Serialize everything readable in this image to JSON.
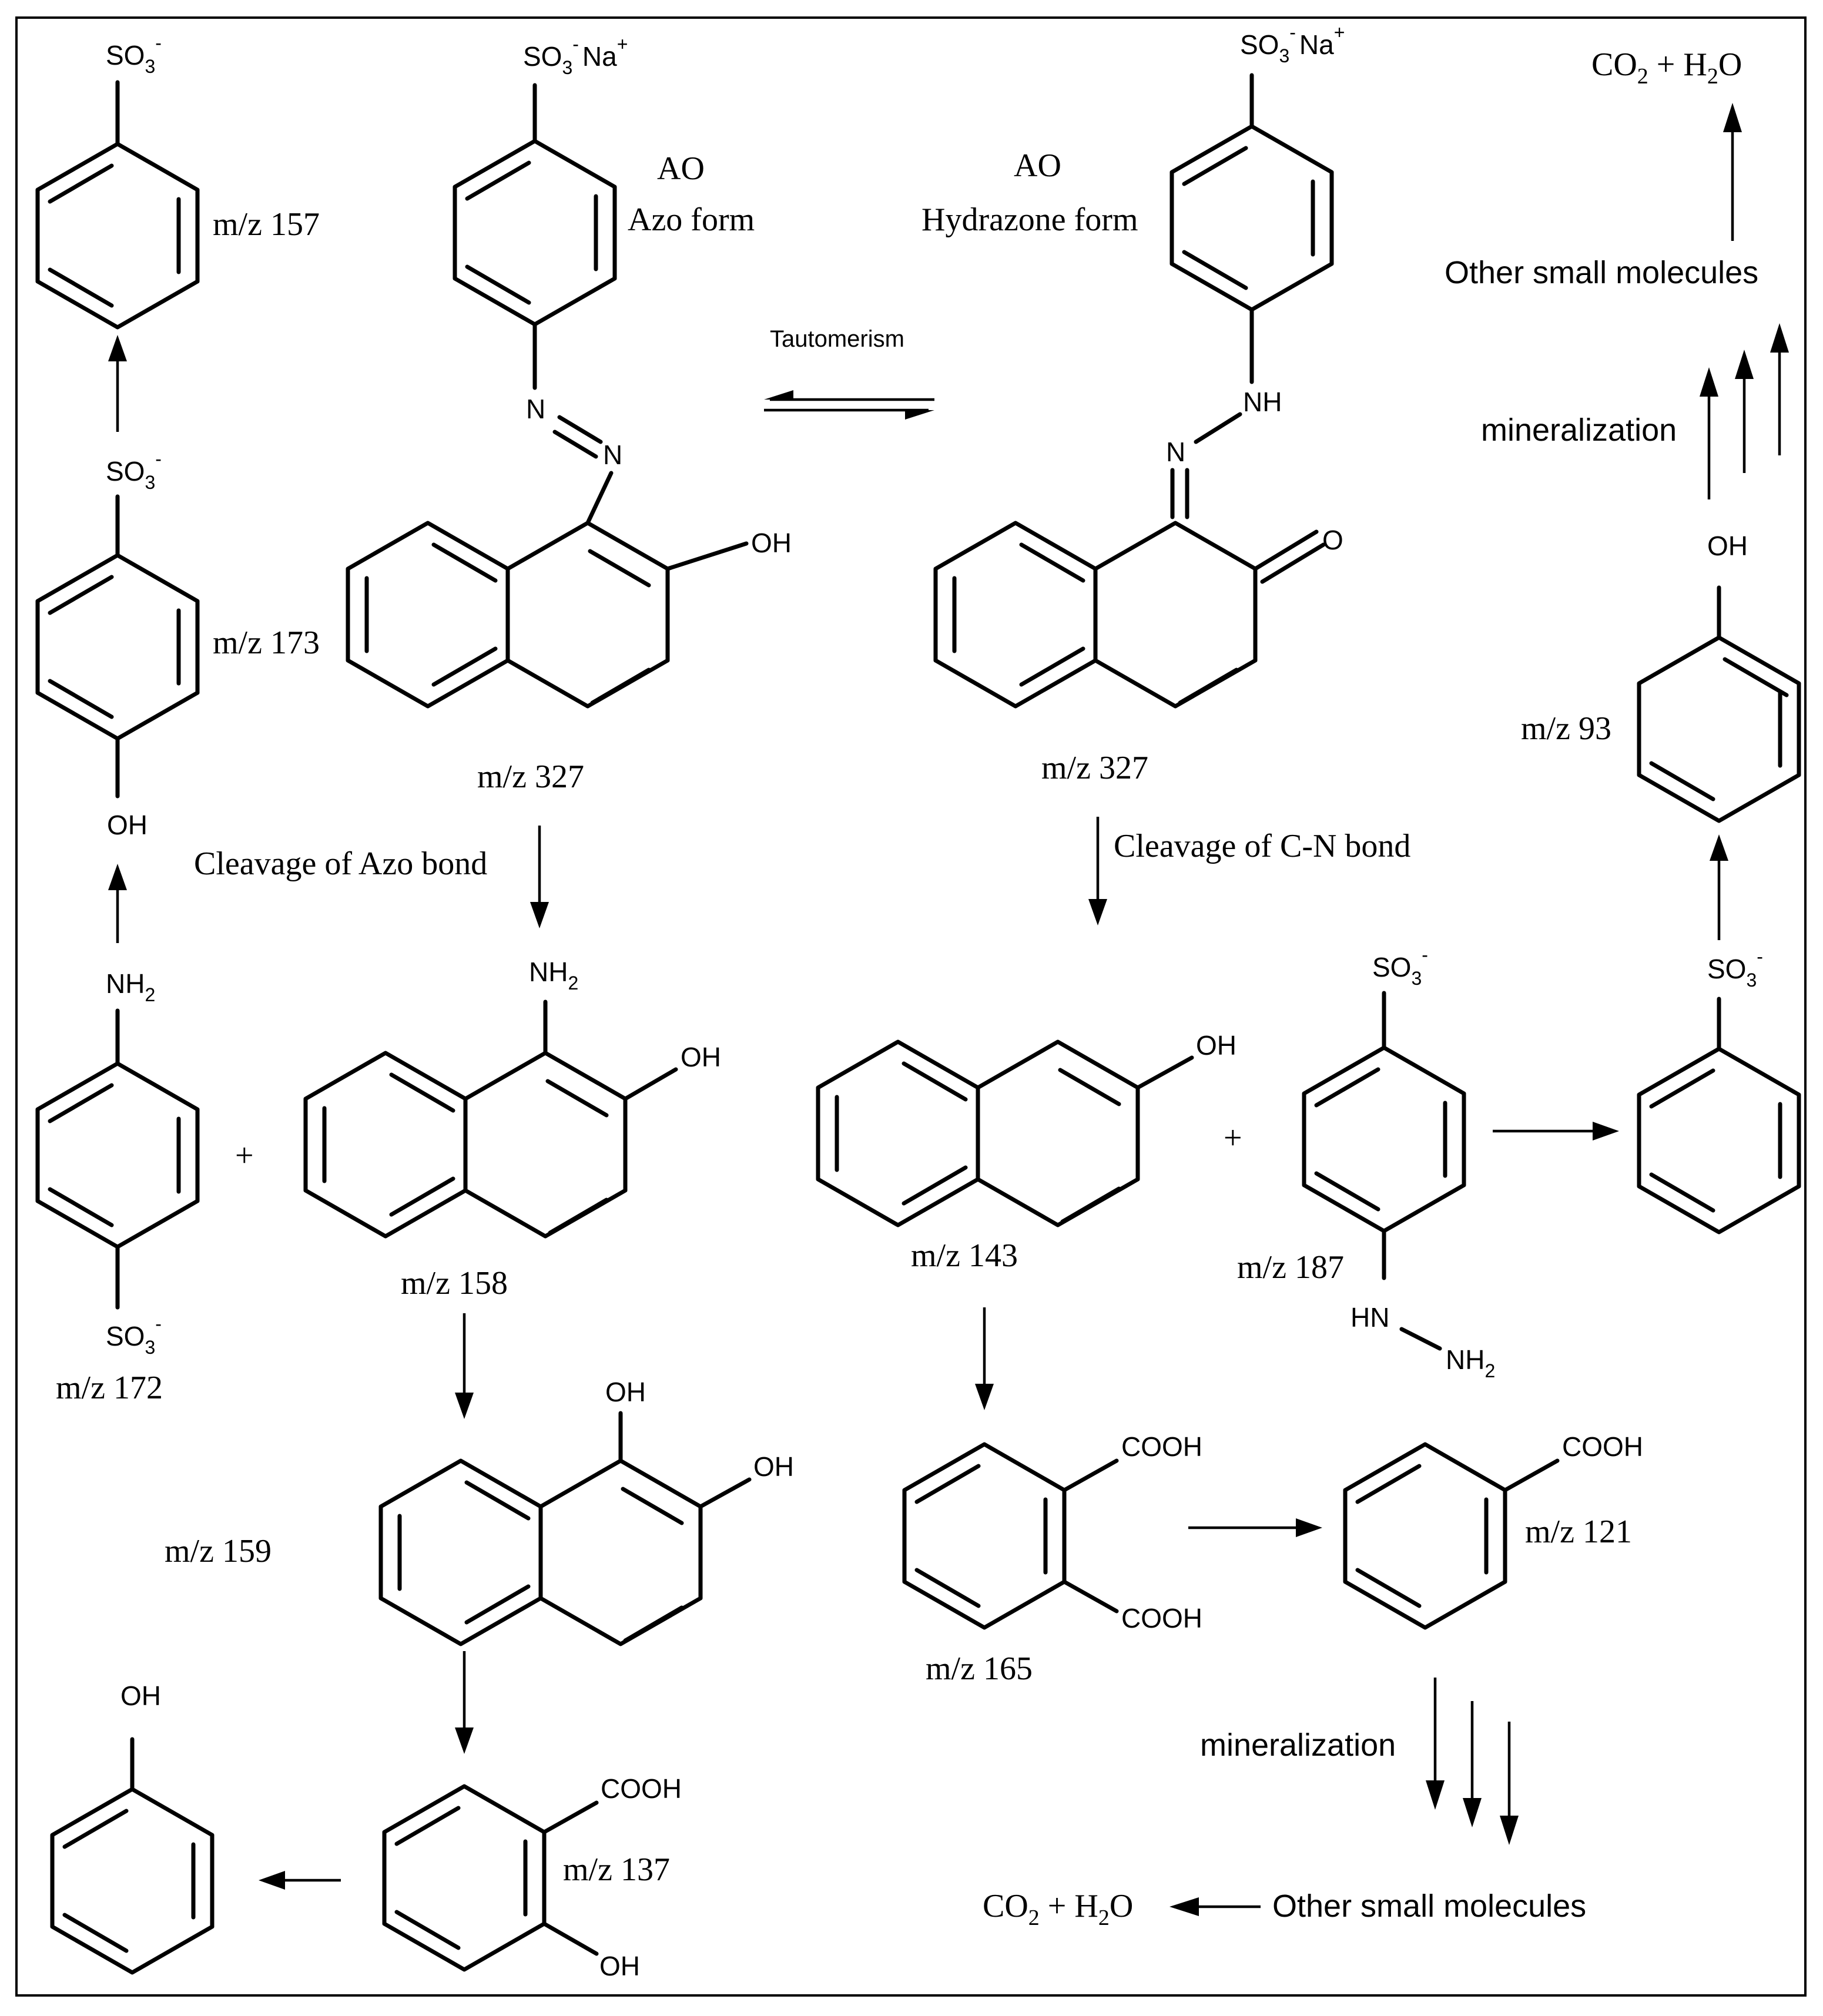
{
  "labels": {
    "ao1": "AO",
    "azo_form": "Azo form",
    "ao2": "AO",
    "hydrazone_form": "Hydrazone form",
    "tautomerism": "Tautomerism",
    "cleavage_azo": "Cleavage of Azo bond",
    "cleavage_cn": "Cleavage of C-N bond",
    "mineralization_top": "mineralization",
    "mineralization_bottom": "mineralization",
    "other_small_top": "Other small molecules",
    "other_small_bottom": "Other small molecules",
    "plus_left": "+",
    "plus_right": "+"
  },
  "products": {
    "co2": "CO",
    "sub2": "2",
    "plus_water": " + H",
    "o": "O"
  },
  "groups": {
    "so3": "SO",
    "sub3": "3",
    "minus": "-",
    "na": "Na",
    "plus": "+",
    "oh": "OH",
    "o": "O",
    "n": "N",
    "nh": "NH",
    "hn": "HN",
    "cooh": "COOH",
    "nh2_nh": "NH",
    "sub2": "2"
  },
  "mz": {
    "m157": "m/z  157",
    "m173": "m/z 173",
    "m172": "m/z  172",
    "m327a": "m/z 327",
    "m327b": "m/z 327",
    "m158": "m/z 158",
    "m159": "m/z 159",
    "m137": "m/z  137",
    "m143": "m/z  143",
    "m187": "m/z  187",
    "m165": "m/z  165",
    "m121": "m/z  121",
    "m93": "m/z  93"
  }
}
